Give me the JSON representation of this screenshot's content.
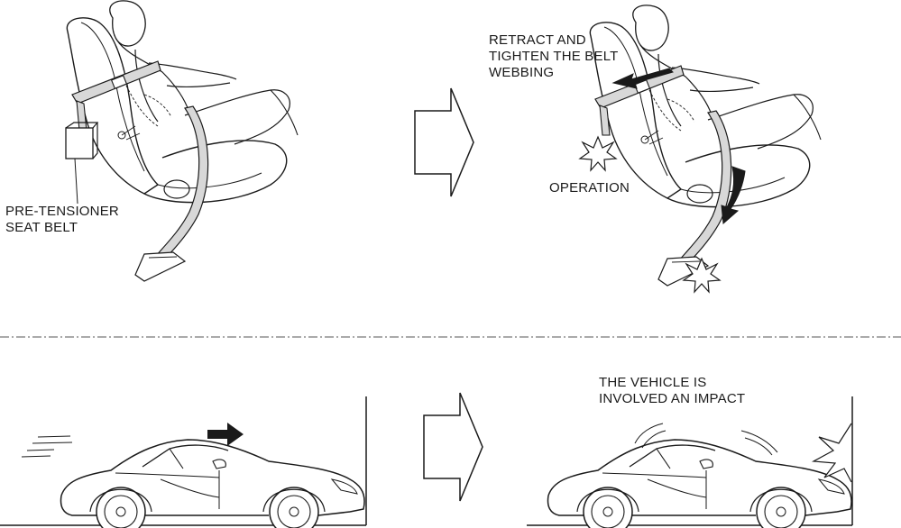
{
  "labels": {
    "pretensioner_line1": "PRE-TENSIONER",
    "pretensioner_line2": "SEAT BELT",
    "retract_line1": "RETRACT AND",
    "retract_line2": "TIGHTEN THE BELT",
    "retract_line3": "WEBBING",
    "operation": "OPERATION",
    "impact_line1": "THE VEHICLE IS",
    "impact_line2": "INVOLVED AN IMPACT"
  },
  "colors": {
    "line": "#1a1a1a",
    "belt_fill": "#d8d8d8",
    "arrow_fill": "#1a1a1a",
    "divider": "#555555"
  }
}
